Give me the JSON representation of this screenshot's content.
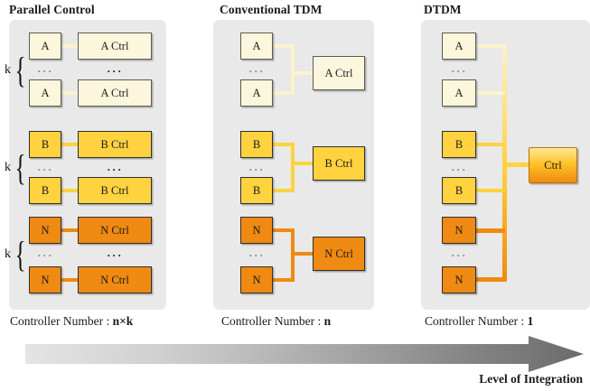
{
  "columns": [
    {
      "id": "parallel-control",
      "title": "Parallel Control",
      "caption_prefix": "Controller Number : ",
      "caption_value": "n×k",
      "groups": [
        {
          "label": "k",
          "block": "A",
          "ctrl": "A Ctrl",
          "ellipsis": "···",
          "color": "#fcf6dc"
        },
        {
          "label": "k",
          "block": "B",
          "ctrl": "B Ctrl",
          "ellipsis": "···",
          "color": "#ffd23f"
        },
        {
          "label": "k",
          "block": "N",
          "ctrl": "N Ctrl",
          "ellipsis": "···",
          "color": "#ef8a12"
        }
      ]
    },
    {
      "id": "conventional-tdm",
      "title": "Conventional TDM",
      "caption_prefix": "Controller Number : ",
      "caption_value": "n",
      "groups": [
        {
          "block": "A",
          "ctrl": "A Ctrl",
          "ellipsis": "···",
          "color": "#fcf6dc"
        },
        {
          "block": "B",
          "ctrl": "B Ctrl",
          "ellipsis": "···",
          "color": "#ffd23f"
        },
        {
          "block": "N",
          "ctrl": "N Ctrl",
          "ellipsis": "···",
          "color": "#ef8a12"
        }
      ]
    },
    {
      "id": "dtdm",
      "title": "DTDM",
      "caption_prefix": "Controller Number : ",
      "caption_value": "1",
      "shared_ctrl": "Ctrl",
      "groups": [
        {
          "block": "A",
          "ellipsis": "···",
          "color": "#fcf6dc"
        },
        {
          "block": "B",
          "ellipsis": "···",
          "color": "#ffd23f"
        },
        {
          "block": "N",
          "ellipsis": "···",
          "color": "#ef8a12"
        }
      ]
    }
  ],
  "axis": {
    "label": "Level of Integration",
    "gradient_from": "#e2e2e2",
    "gradient_to": "#6e6e6e"
  },
  "palette": {
    "panel_bg": "#e9e9e9",
    "tier_a": "#fcf6dc",
    "tier_b": "#ffd23f",
    "tier_n": "#ef8a12",
    "text": "#1a1a1a"
  }
}
